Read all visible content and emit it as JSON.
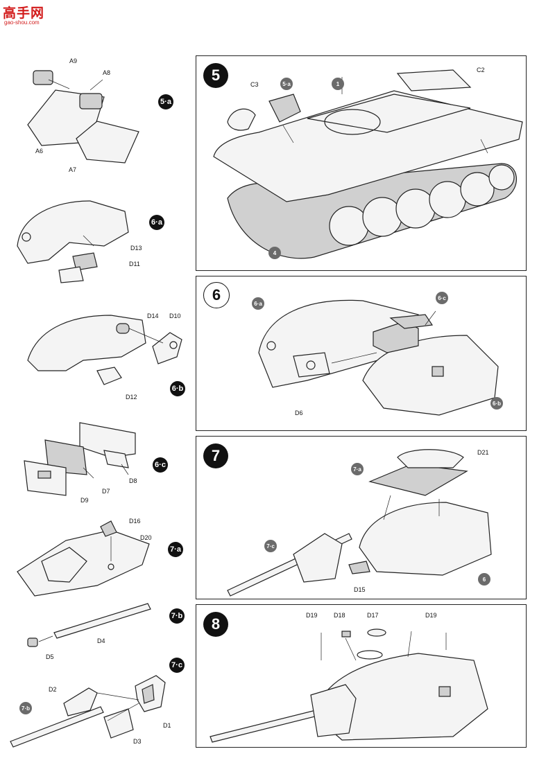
{
  "watermark": {
    "site_cn": "高手网",
    "site_url": "gao-shou.com"
  },
  "substeps": [
    {
      "id": "5-a",
      "label": "5·a",
      "parts": [
        "A9",
        "A8",
        "A6",
        "A7"
      ]
    },
    {
      "id": "6-a",
      "label": "6·a",
      "parts": [
        "D13",
        "D11"
      ]
    },
    {
      "id": "6-b",
      "label": "6·b",
      "parts": [
        "D14",
        "D10",
        "D12"
      ]
    },
    {
      "id": "6-c",
      "label": "6·c",
      "parts": [
        "D8",
        "D7",
        "D9"
      ]
    },
    {
      "id": "7-a",
      "label": "7·a",
      "parts": [
        "D16",
        "D20"
      ]
    },
    {
      "id": "7-b",
      "label": "7·b",
      "parts": [
        "D4",
        "D5"
      ]
    },
    {
      "id": "7-c",
      "label": "7·c",
      "parts": [
        "D2",
        "7·b",
        "D1",
        "D3"
      ]
    }
  ],
  "steps": [
    {
      "number": "5",
      "callouts": [
        "C3",
        "5·a",
        "1",
        "C2",
        "4"
      ]
    },
    {
      "number": "6",
      "callouts": [
        "6·a",
        "6·c",
        "D6",
        "6·b"
      ]
    },
    {
      "number": "7",
      "callouts": [
        "7·a",
        "D21",
        "7·c",
        "6",
        "D15"
      ]
    },
    {
      "number": "8",
      "callouts": [
        "D19",
        "D18",
        "D17",
        "D19"
      ]
    }
  ]
}
